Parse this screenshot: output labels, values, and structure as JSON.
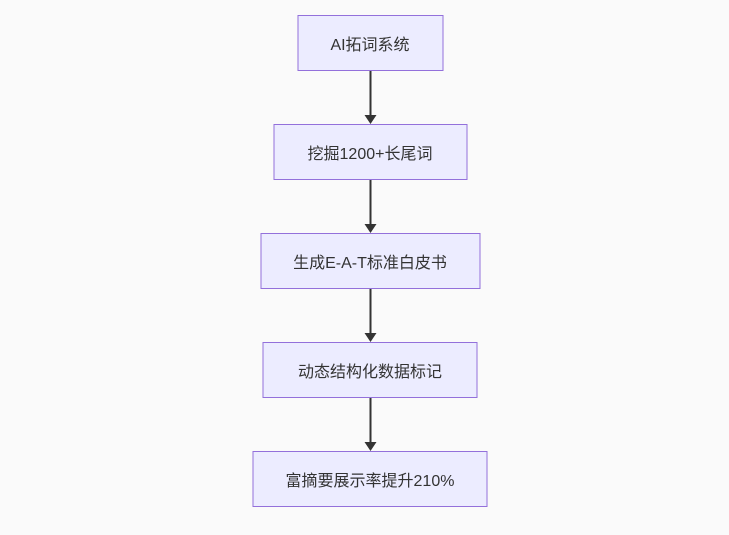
{
  "diagram": {
    "type": "flowchart",
    "direction": "top-down",
    "colors": {
      "background": "#fafafa",
      "node_fill": "#ECECFF",
      "node_border": "#9370DB",
      "arrow": "#333333",
      "text": "#333333"
    },
    "nodes": [
      {
        "label": "AI拓词系统"
      },
      {
        "label": "挖掘1200+长尾词"
      },
      {
        "label": "生成E-A-T标准白皮书"
      },
      {
        "label": "动态结构化数据标记"
      },
      {
        "label": "富摘要展示率提升210%"
      }
    ],
    "edges": [
      {
        "from": "AI拓词系统",
        "to": "挖掘1200+长尾词",
        "style": "arrow"
      },
      {
        "from": "挖掘1200+长尾词",
        "to": "生成E-A-T标准白皮书",
        "style": "arrow"
      },
      {
        "from": "生成E-A-T标准白皮书",
        "to": "动态结构化数据标记",
        "style": "arrow"
      },
      {
        "from": "动态结构化数据标记",
        "to": "富摘要展示率提升210%",
        "style": "arrow"
      }
    ]
  }
}
